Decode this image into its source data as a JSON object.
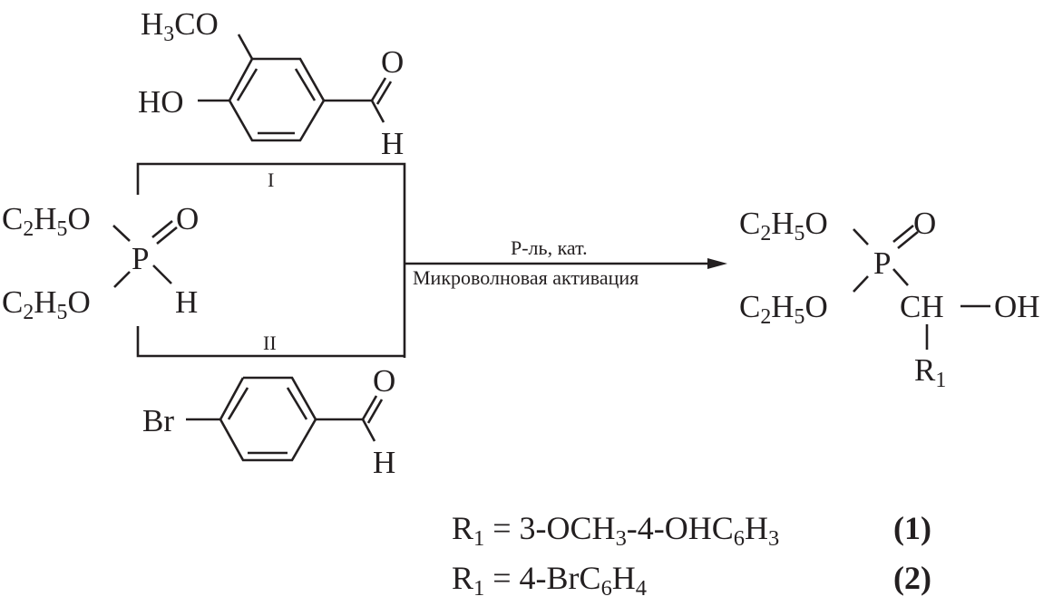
{
  "reactant_vanillin": {
    "methoxy": "H3CO",
    "hydroxy": "HO",
    "aldehyde_o": "O",
    "aldehyde_h": "H"
  },
  "reactant_phosphite": {
    "ethoxy_top": "C2H5O",
    "ethoxy_bottom": "C2H5O",
    "phosphorus": "P",
    "oxo": "O",
    "hydrogen": "H"
  },
  "reactant_bromobenzaldehyde": {
    "bromo": "Br",
    "aldehyde_o": "O",
    "aldehyde_h": "H"
  },
  "routes": {
    "route_1": "I",
    "route_2": "II"
  },
  "arrow": {
    "above": "Р-ль, кат.",
    "below": "Микроволновая активация"
  },
  "product": {
    "ethoxy_top": "C2H5O",
    "ethoxy_bottom": "C2H5O",
    "phosphorus": "P",
    "oxo": "O",
    "ch": "CH",
    "oh": "OH",
    "r1": "R1"
  },
  "legend": [
    {
      "formula": "R1 = 3-OCH3-4-OHC6H3",
      "number": "(1)"
    },
    {
      "formula": "R1 = 4-BrC6H4",
      "number": "(2)"
    }
  ],
  "colors": {
    "ink": "#231f20",
    "background": "#ffffff"
  }
}
